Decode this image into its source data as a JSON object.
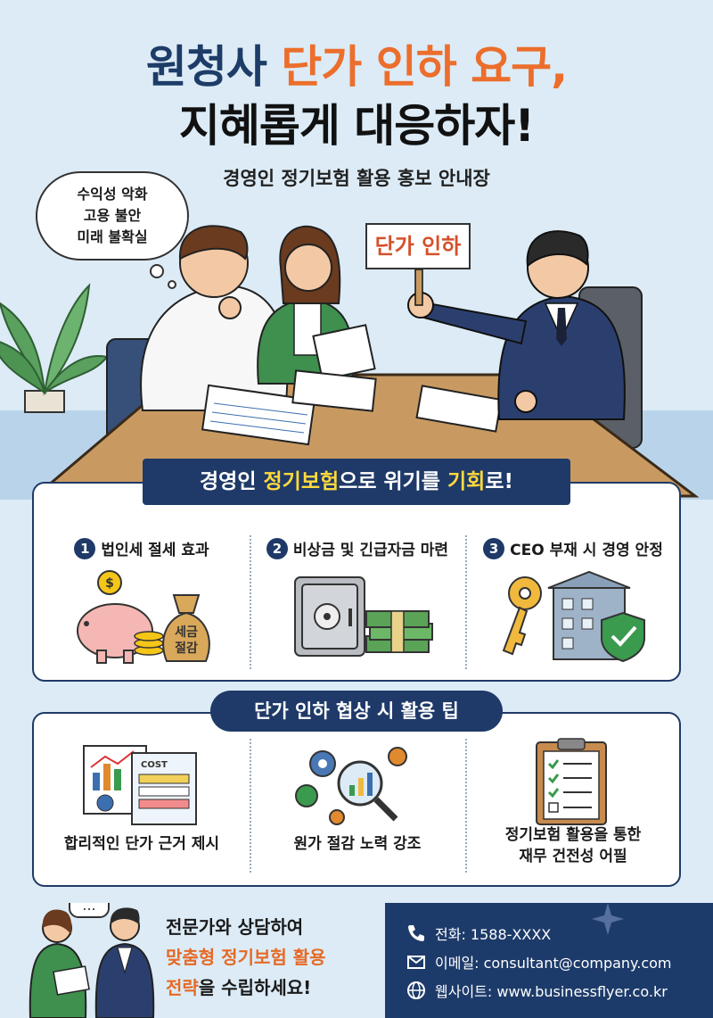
{
  "title": {
    "line1_part1": "원청사 ",
    "line1_highlight": "단가 인하 요구,",
    "line2": "지혜롭게 대응하자!",
    "subtitle": "경영인 정기보험 활용 홍보 안내장"
  },
  "thought_bubble": [
    "수익성 악화",
    "고용 불안",
    "미래 불확실"
  ],
  "sign_text": "단가 인하",
  "banner": {
    "part1": "경영인 ",
    "part2": "정기보험",
    "part3": "으로 위기를 ",
    "part4": "기회",
    "part5": "로!"
  },
  "benefits": [
    {
      "num": "1",
      "label": "법인세 절세 효과",
      "bag_text_1": "세금",
      "bag_text_2": "절감"
    },
    {
      "num": "2",
      "label": "비상금 및 긴급자금 마련"
    },
    {
      "num": "3",
      "label": "CEO 부재 시 경영 안정"
    }
  ],
  "tips_title": "단가 인하 협상 시 활용 팁",
  "tips": [
    {
      "label": "합리적인 단가 근거 제시",
      "doc_label": "COST"
    },
    {
      "label": "원가 절감 노력 강조"
    },
    {
      "line1": "정기보험 활용을 통한",
      "line2": "재무 건전성 어필"
    }
  ],
  "cta": {
    "line1": "전문가와 상담하여",
    "line2": "맞춤형 정기보험 활용",
    "line3_orange": "전략",
    "line3_rest": "을 수립하세요!"
  },
  "speech_bubble": "...",
  "contact": {
    "phone": "전화: 1588-XXXX",
    "email": "이메일: consultant@company.com",
    "website": "웹사이트: www.businessflyer.co.kr"
  },
  "colors": {
    "navy": "#1f3a68",
    "orange": "#ec6e2c",
    "yellow": "#ffd93d",
    "background": "#dcebf6"
  },
  "icons": [
    "phone-icon",
    "mail-icon",
    "globe-icon",
    "piggy-bank-icon",
    "money-bag-icon",
    "safe-icon",
    "cash-stack-icon",
    "key-icon",
    "building-icon",
    "shield-check-icon",
    "charts-icon",
    "cost-document-icon",
    "magnifier-gears-icon",
    "checklist-clipboard-icon"
  ]
}
